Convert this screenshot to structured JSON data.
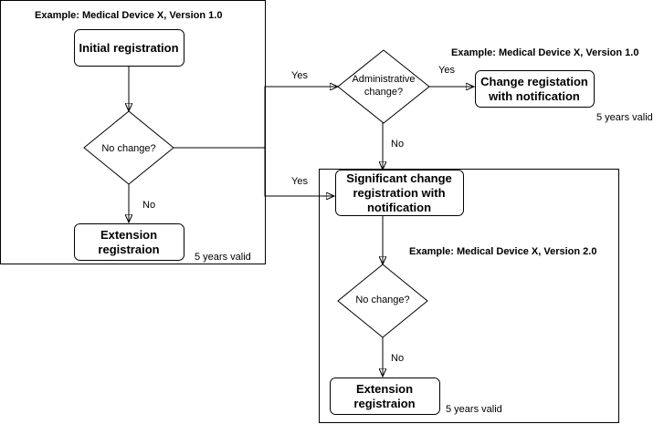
{
  "groups": {
    "left": {
      "header": "Example: Medical Device X,  Version 1.0",
      "validity": "5 years valid"
    },
    "top_right": {
      "header": "Example: Medical Device X,  Version 1.0",
      "validity": "5 years valid"
    },
    "bottom_right": {
      "header": "Example: Medical Device X,  Version 2.0",
      "validity": "5 years valid"
    }
  },
  "nodes": {
    "initial_registration": "Initial registration",
    "no_change_left": "No change?",
    "extension_left": [
      "Extension",
      "registraion"
    ],
    "administrative_change": [
      "Administrative",
      "change?"
    ],
    "change_registration": [
      "Change registation",
      "with notification"
    ],
    "significant_change": [
      "Significant change",
      "registration with",
      "notification"
    ],
    "no_change_right": "No change?",
    "extension_right": [
      "Extension",
      "registraion"
    ]
  },
  "edge_labels": {
    "left_no": "No",
    "yes_to_admin": "Yes",
    "yes_to_significant": "Yes",
    "admin_yes": "Yes",
    "admin_no": "No",
    "right_no": "No"
  }
}
